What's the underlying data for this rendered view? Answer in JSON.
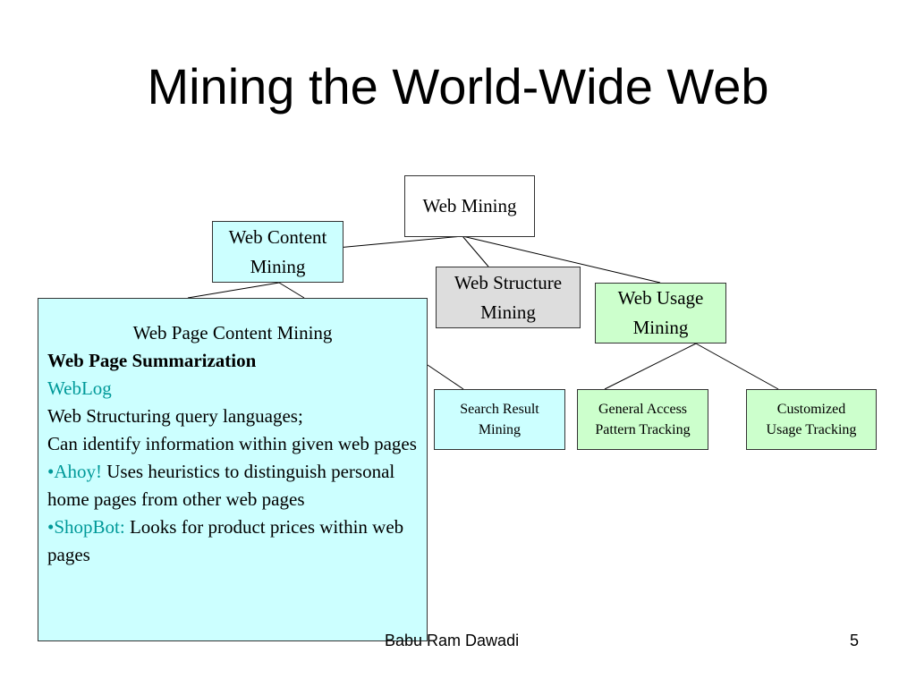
{
  "title": "Mining the World-Wide Web",
  "nodes": {
    "web_mining": "Web Mining",
    "web_content_mining": "Web Content\nMining",
    "web_structure_mining": "Web Structure\nMining",
    "web_usage_mining": "Web Usage\nMining",
    "search_result_mining": "Search Result\nMining",
    "general_access_pattern_tracking": "General Access\nPattern Tracking",
    "customized_usage_tracking": "Customized\nUsage Tracking"
  },
  "popup": {
    "heading": "Web Page Content Mining",
    "summarization": "Web Page Summarization",
    "weblog": "WebLog",
    "weblog_desc": "Web Structuring query languages;\nCan identify information within given web pages",
    "ahoy_bullet": "•Ahoy!",
    "ahoy_desc": " Uses heuristics to distinguish personal home pages from other web pages",
    "shopbot_bullet": "•ShopBot:",
    "shopbot_desc": " Looks for product prices within web pages"
  },
  "footer": {
    "author": "Babu Ram Dawadi",
    "page_number": "5"
  },
  "colors": {
    "content_fill": "#ccffff",
    "structure_fill": "#dddddd",
    "usage_fill": "#ccffcc",
    "link_text": "#009999"
  }
}
